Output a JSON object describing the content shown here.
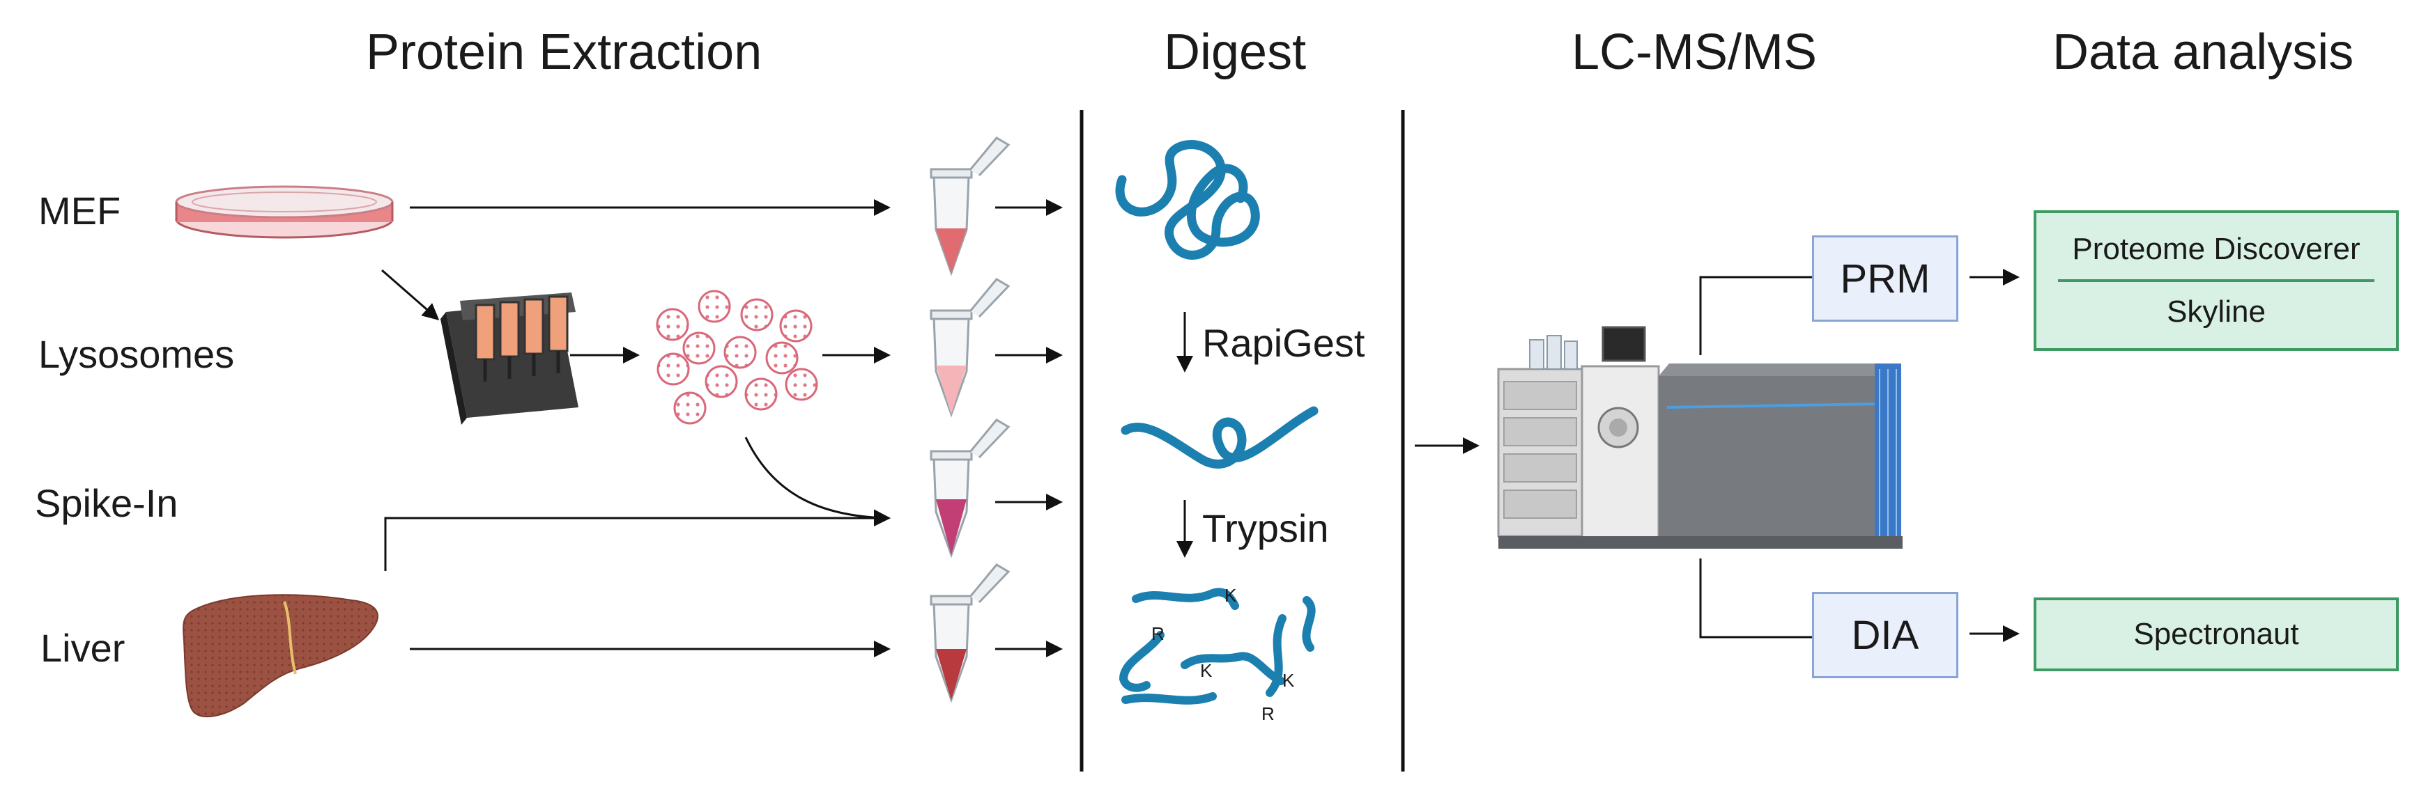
{
  "headers": {
    "extraction": "Protein Extraction",
    "digest": "Digest",
    "lcms": "LC-MS/MS",
    "analysis": "Data analysis"
  },
  "samples": {
    "mef": "MEF",
    "lysosomes": "Lysosomes",
    "spike_in": "Spike-In",
    "liver": "Liver"
  },
  "digest_steps": {
    "step1": "RapiGest",
    "step2": "Trypsin",
    "cleavage_labels": [
      "K",
      "R",
      "K",
      "K",
      "R"
    ]
  },
  "methods": {
    "prm": "PRM",
    "dia": "DIA"
  },
  "software": {
    "prm_tools": [
      "Proteome Discoverer",
      "Skyline"
    ],
    "dia_tool": "Spectronaut"
  },
  "colors": {
    "protein_strand": "#1b7fb0",
    "method_box_fill": "#eaf0fb",
    "method_box_border": "#8aa4d6",
    "software_box_fill": "#d9f1e4",
    "software_box_border": "#3c9a62",
    "dish": "#e8868a",
    "liver": "#9a5040"
  }
}
